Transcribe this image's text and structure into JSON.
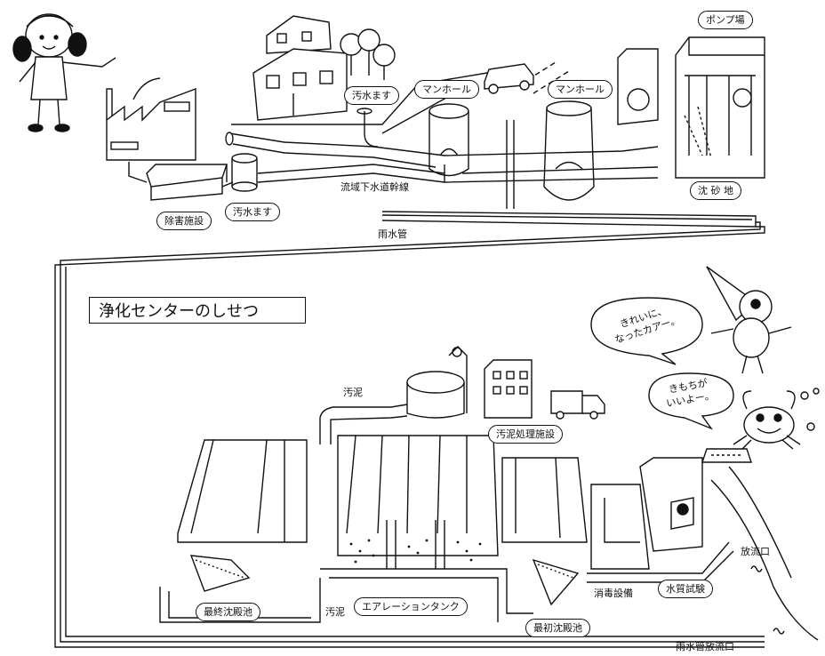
{
  "top": {
    "labels": {
      "pump_station": "ポンプ場",
      "sewage_basin_1": "汚水ます",
      "manhole_1": "マンホール",
      "manhole_2": "マンホール",
      "trunk_sewer": "流域下水道幹線",
      "pretreatment": "除害施設",
      "sewage_basin_2": "汚水ます",
      "grit_chamber": "沈 砂 地",
      "storm_pipe": "雨水管"
    }
  },
  "center": {
    "title": "浄化センターのしせつ",
    "labels": {
      "sludge_top": "汚泥",
      "sludge_facility": "汚泥処理施設",
      "final_clarifier": "最終沈殿池",
      "sludge_bottom": "汚泥",
      "aeration_tank": "エアレーションタンク",
      "primary_clarifier": "最初沈殿池",
      "disinfection": "消毒設備",
      "water_test": "水質試験",
      "outfall": "放流口",
      "storm_outfall": "雨水管放流口"
    },
    "bird_speech": [
      "きれいに、",
      "なったカアー。"
    ],
    "crab_speech": [
      "きもちが",
      "いいよー。"
    ]
  },
  "icons": [
    "girl-icon",
    "factory-icon",
    "house-icon",
    "car-icon",
    "truck-icon",
    "bird-icon",
    "crab-icon"
  ]
}
